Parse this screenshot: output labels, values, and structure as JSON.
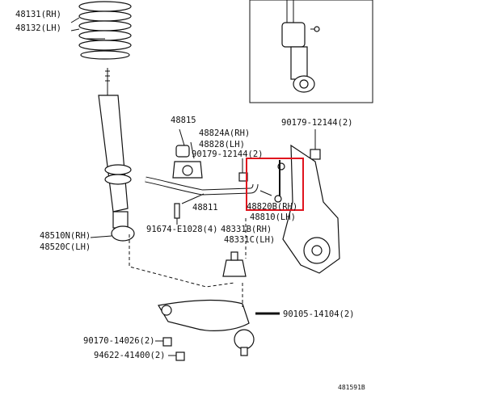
{
  "labels": {
    "spring_rh": "48131(RH)",
    "spring_lh": "48132(LH)",
    "bracket_48815": "48815",
    "bushing_rh": "48824A(RH)",
    "bushing_lh": "48828(LH)",
    "nut_12144_top": "90179-12144(2)",
    "nut_12144_mid": "90179-12144(2)",
    "stabilizer_bar": "48811",
    "link_rh": "48820B(RH)",
    "link_lh": "48810(LH)",
    "absorber_rh": "48510N(RH)",
    "absorber_lh": "48520C(LH)",
    "bolt_e1028": "91674-E1028(4)",
    "knuckle_rh": "48331B(RH)",
    "knuckle_lh": "48331C(LH)",
    "bolt_14104": "90105-14104(2)",
    "nut_14026": "90170-14026(2)",
    "washer_41400": "94622-41400(2)",
    "diagram_code": "481591B"
  },
  "colors": {
    "highlight": "#e0141e",
    "ink": "#111111",
    "background": "#ffffff"
  }
}
